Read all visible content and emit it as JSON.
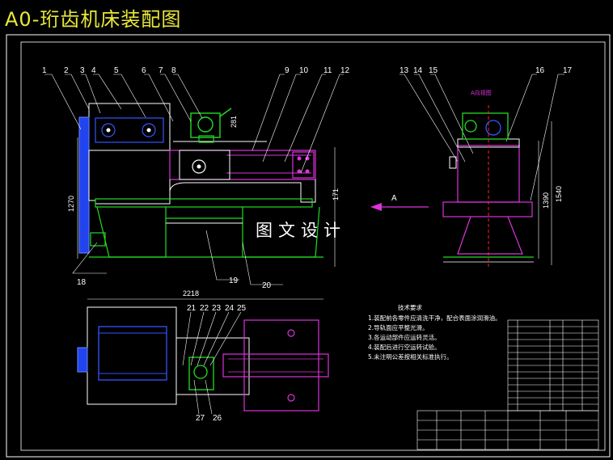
{
  "title": "A0-珩齿机床装配图",
  "watermark": "图文设计",
  "view_label": "A",
  "view_header": "A向视图",
  "callouts_top": [
    "1",
    "2",
    "3",
    "4",
    "5",
    "6",
    "7",
    "8",
    "9",
    "10",
    "11",
    "12",
    "13",
    "14",
    "15",
    "16",
    "17"
  ],
  "callouts_bottom_front": [
    "18",
    "19",
    "20"
  ],
  "callouts_plan": [
    "21",
    "22",
    "23",
    "24",
    "25",
    "26",
    "27"
  ],
  "dimensions": {
    "height_front": "1270",
    "width_plan": "2218",
    "right_height_1": "171",
    "side_height_1": "1390",
    "side_height_2": "1540",
    "small_dim": "281"
  },
  "notes_title": "技术要求",
  "notes": [
    "1.装配前各零件应清洗干净，配合表面涂润滑油。",
    "2.导轨面应平整光滑。",
    "3.各运动部件应运转灵活。",
    "4.装配后进行空运转试验。",
    "5.未注明公差按相关标准执行。"
  ],
  "colors": {
    "title": "#e8e83a",
    "frame": "#ffffff",
    "green": "#22dd22",
    "magenta": "#dd33dd",
    "blue": "#3355ff",
    "red": "#ff2222",
    "yellow": "#e8e83a",
    "cyan": "#33dddd"
  }
}
